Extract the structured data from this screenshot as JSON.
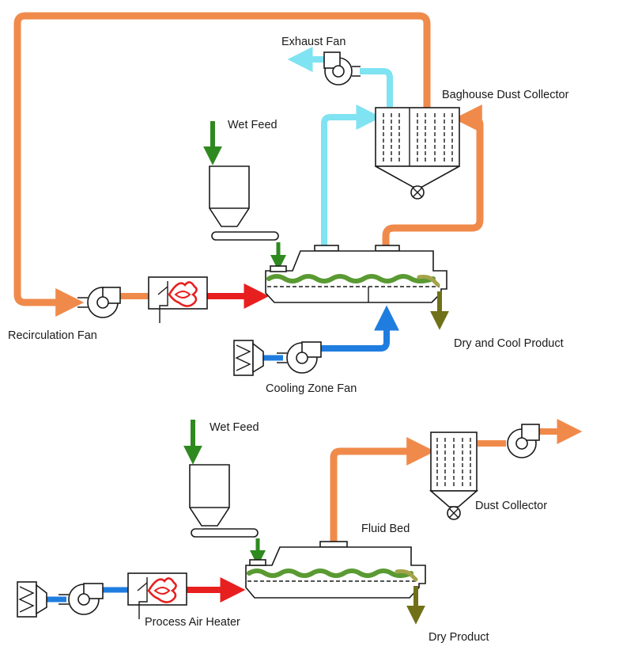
{
  "colors": {
    "recirculation_air": "#f08a4b",
    "exhaust_air": "#7fe3f2",
    "hot_air": "#e81f1f",
    "cooling_air": "#1f7de0",
    "wet_feed": "#2e8a1f",
    "dry_product": "#707018",
    "bed_material": "#5a9a32",
    "flame": "#e81f1f"
  },
  "top": {
    "labels": {
      "exhaust_fan": "Exhaust Fan",
      "baghouse": "Baghouse Dust Collector",
      "wet_feed": "Wet Feed",
      "recirculation_fan": "Recirculation Fan",
      "dry_cool_product": "Dry and Cool Product",
      "cooling_zone_fan": "Cooling Zone Fan"
    }
  },
  "bottom": {
    "labels": {
      "wet_feed": "Wet Feed",
      "dust_collector": "Dust Collector",
      "fluid_bed": "Fluid Bed",
      "process_air_heater": "Process Air Heater",
      "dry_product": "Dry Product"
    }
  }
}
